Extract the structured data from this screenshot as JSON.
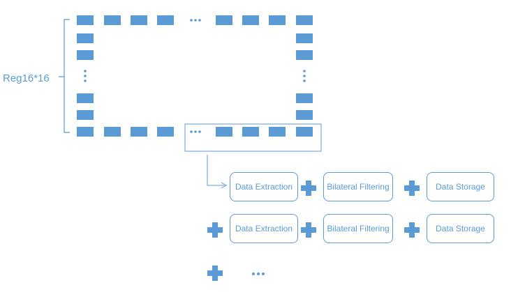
{
  "register": {
    "label": "Reg16*16",
    "ellipsis_h": "···",
    "ellipsis_v": "⋮"
  },
  "pipeline": {
    "row1": {
      "s1": "Data Extraction",
      "s2": "Bilateral Filtering",
      "s3": "Data Storage"
    },
    "row2": {
      "s1": "Data Extraction",
      "s2": "Bilateral Filtering",
      "s3": "Data Storage"
    },
    "more": "···"
  },
  "colors": {
    "block": "#5b9bd5",
    "stroke": "#5b9bd5"
  }
}
